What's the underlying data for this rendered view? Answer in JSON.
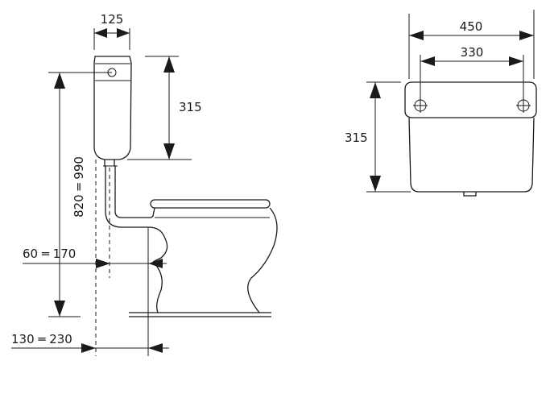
{
  "side_view": {
    "dim_top_width": "125",
    "dim_cistern_height": "315",
    "dim_total_height": "820 ═ 990",
    "dim_pipe_offset": "60 ═ 170",
    "dim_floor_offset": "130 ═ 230"
  },
  "front_view": {
    "dim_overall_width": "450",
    "dim_hole_spacing": "330",
    "dim_cistern_height": "315"
  }
}
